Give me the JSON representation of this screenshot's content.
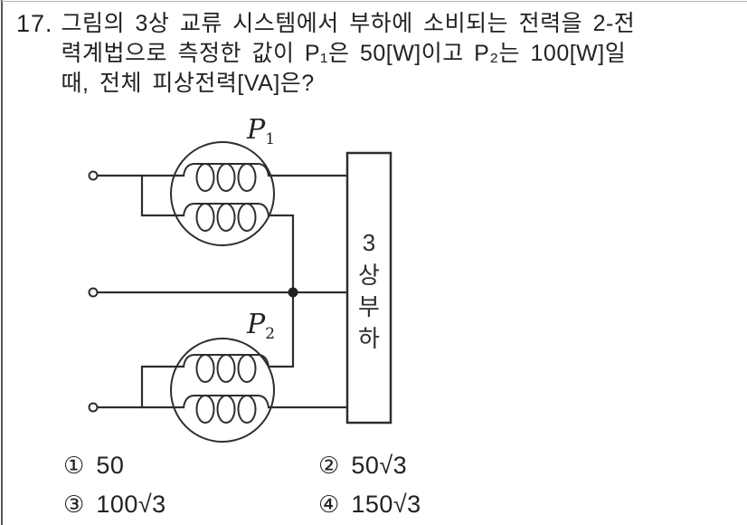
{
  "question": {
    "number": "17.",
    "lines": [
      "그림의 3상 교류 시스템에서 부하에 소비되는 전력을 2-전",
      "력계법으로 측정한 값이 P₁은 50[W]이고 P₂는 100[W]일",
      "때, 전체 피상전력[VA]은?"
    ]
  },
  "diagram": {
    "meters": [
      {
        "label_main": "P",
        "label_sub": "1"
      },
      {
        "label_main": "P",
        "label_sub": "2"
      }
    ],
    "load_label": "3상부하",
    "load_chars": [
      "3",
      "상",
      "부",
      "하"
    ],
    "line_color": "#2e2e2e"
  },
  "options": [
    {
      "num": "①",
      "text": "50"
    },
    {
      "num": "②",
      "text": "50√3"
    },
    {
      "num": "③",
      "text": "100√3"
    },
    {
      "num": "④",
      "text": "150√3"
    }
  ]
}
